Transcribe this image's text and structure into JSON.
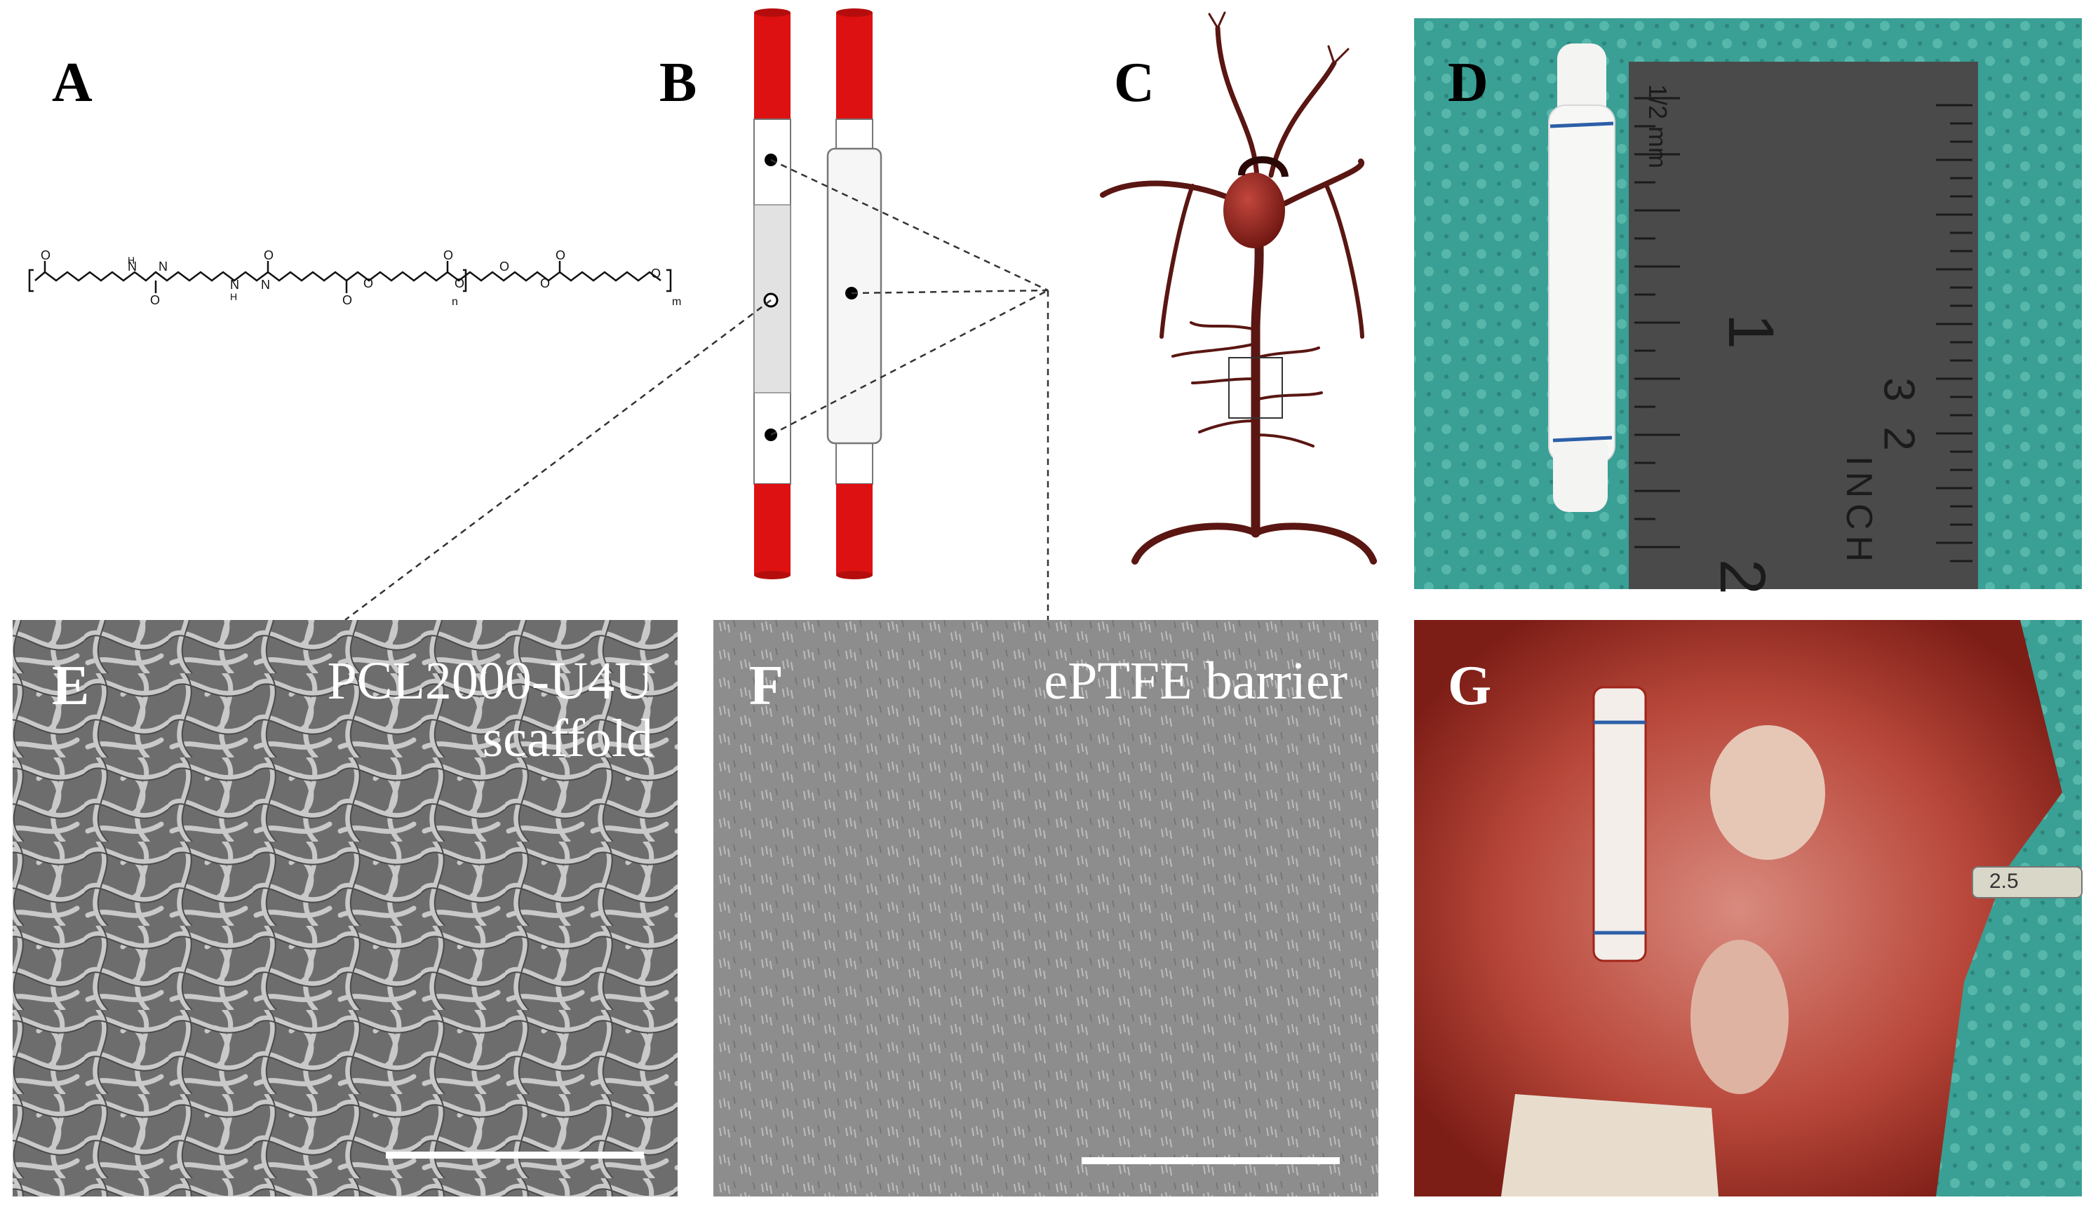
{
  "panels": {
    "a": {
      "letter": "A"
    },
    "b": {
      "letter": "B"
    },
    "c": {
      "letter": "C"
    },
    "d": {
      "letter": "D"
    },
    "e": {
      "letter": "E",
      "caption_line1": "PCL2000-U4U",
      "caption_line2": "scaffold"
    },
    "f": {
      "letter": "F",
      "caption": "ePTFE barrier"
    },
    "g": {
      "letter": "G"
    }
  },
  "ruler": {
    "label_top": "1/2 mm",
    "major_1": "1",
    "major_2": "2",
    "fraction_num": "3",
    "fraction_den": "2",
    "inch": "INCH"
  },
  "chemical_structure": {
    "subscript_n": "n",
    "subscript_m": "m"
  },
  "surgical_tag": {
    "text": "2.5"
  },
  "colors": {
    "vessel_red": "#dd1111",
    "sem_gray": "#8a8a8a",
    "surgical_green": "#2f9a8e",
    "tissue_red": "#c0392b"
  }
}
